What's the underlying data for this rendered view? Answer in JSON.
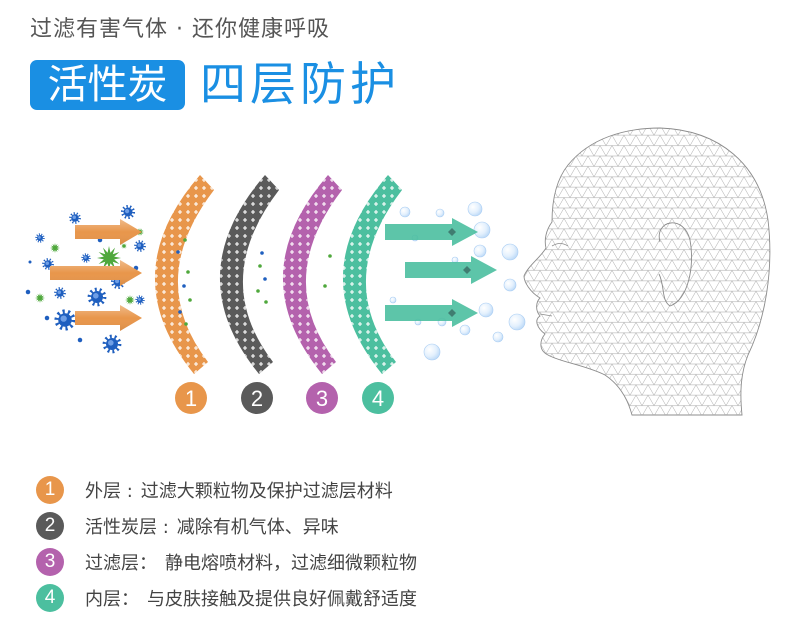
{
  "header": {
    "tagline": "过滤有害气体 · 还你健康呼吸",
    "badge": "活性炭",
    "title": "四层防护"
  },
  "colors": {
    "brand_blue": "#1a8fe3",
    "legend_text": "#444444",
    "particle_blue": "#1f5fbf",
    "particle_green": "#4fa83c",
    "incoming_arrow": "#e8964b",
    "outgoing_arrow": "#4cbfa0",
    "outgoing_arrow_marker": "#2c6f62",
    "bubble_stroke": "#a9cdf3",
    "head_mesh": "#9a9a9a"
  },
  "icons": {
    "pollutant": "virus-particle-icon",
    "flow": "arrow-right-icon",
    "clean_air": "air-bubble-icon",
    "user": "wireframe-head-icon"
  },
  "layers": [
    {
      "number": "1",
      "color": "#e8964b",
      "label": "外层 :",
      "description": "过滤大颗粒物及保护过滤层材料"
    },
    {
      "number": "2",
      "color": "#5a5a5a",
      "label": "活性炭层 :",
      "description": "减除有机气体、异味"
    },
    {
      "number": "3",
      "color": "#b462ad",
      "label": "过滤层：",
      "description": "静电熔喷材料，过滤细微颗粒物"
    },
    {
      "number": "4",
      "color": "#4cbf9f",
      "label": "内层：",
      "description": "与皮肤接触及提供良好佩戴舒适度"
    }
  ]
}
